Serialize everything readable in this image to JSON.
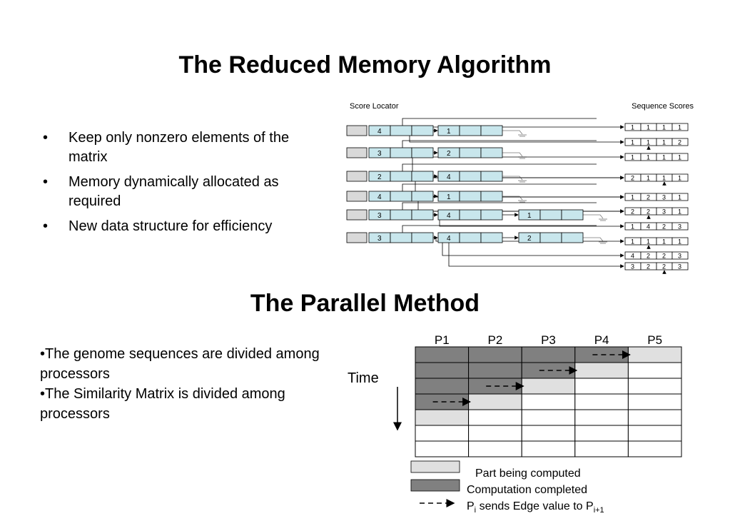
{
  "slide": {
    "title_top": "The Reduced Memory Algorithm",
    "title_bottom": "The Parallel Method"
  },
  "section1": {
    "bullet_glyph": "•",
    "bullets": [
      "Keep only nonzero elements of the matrix",
      "Memory dynamically allocated as required",
      "New data structure for efficiency"
    ]
  },
  "section2": {
    "bullets": [
      "•The genome sequences are divided among processors",
      "•The Similarity Matrix is divided among processors"
    ]
  },
  "data_structure_figure": {
    "score_locator_label": "Score Locator",
    "sequence_scores_label": "Sequence Scores",
    "locator_rows": [
      {
        "nodes": [
          "4",
          "1"
        ]
      },
      {
        "nodes": [
          "3",
          "2"
        ]
      },
      {
        "nodes": [
          "2",
          "4"
        ]
      },
      {
        "nodes": [
          "4",
          "1"
        ]
      },
      {
        "nodes": [
          "3",
          "4",
          "1"
        ]
      },
      {
        "nodes": [
          "3",
          "4",
          "2"
        ]
      }
    ],
    "score_rows": [
      [
        "1",
        "1",
        "1",
        "1"
      ],
      [
        "1",
        "1",
        "1",
        "2"
      ],
      [
        "1",
        "1",
        "1",
        "1"
      ],
      [
        "2",
        "1",
        "1",
        "1"
      ],
      [
        "1",
        "2",
        "3",
        "1"
      ],
      [
        "2",
        "2",
        "3",
        "1"
      ],
      [
        "1",
        "4",
        "2",
        "3"
      ],
      [
        "1",
        "1",
        "1",
        "1"
      ],
      [
        "4",
        "2",
        "2",
        "3"
      ],
      [
        "3",
        "2",
        "2",
        "3"
      ]
    ]
  },
  "parallel_figure": {
    "processors": [
      "P1",
      "P2",
      "P3",
      "P4",
      "P5"
    ],
    "time_label": "Time",
    "colors": {
      "completed": "#808080",
      "computing": "#e0e0e0",
      "empty": "#ffffff"
    },
    "rows": [
      [
        "completed",
        "completed",
        "completed",
        "completed",
        "computing"
      ],
      [
        "completed",
        "completed",
        "completed",
        "computing",
        "empty"
      ],
      [
        "completed",
        "completed",
        "computing",
        "empty",
        "empty"
      ],
      [
        "completed",
        "computing",
        "empty",
        "empty",
        "empty"
      ],
      [
        "computing",
        "empty",
        "empty",
        "empty",
        "empty"
      ],
      [
        "empty",
        "empty",
        "empty",
        "empty",
        "empty"
      ],
      [
        "empty",
        "empty",
        "empty",
        "empty",
        "empty"
      ]
    ],
    "legend": {
      "computing": "Part being computed",
      "completed": "Computation completed",
      "edge_prefix": "P",
      "edge_sub_i": "i",
      "edge_mid": " sends Edge value to P",
      "edge_sub_next": "i+1"
    }
  }
}
